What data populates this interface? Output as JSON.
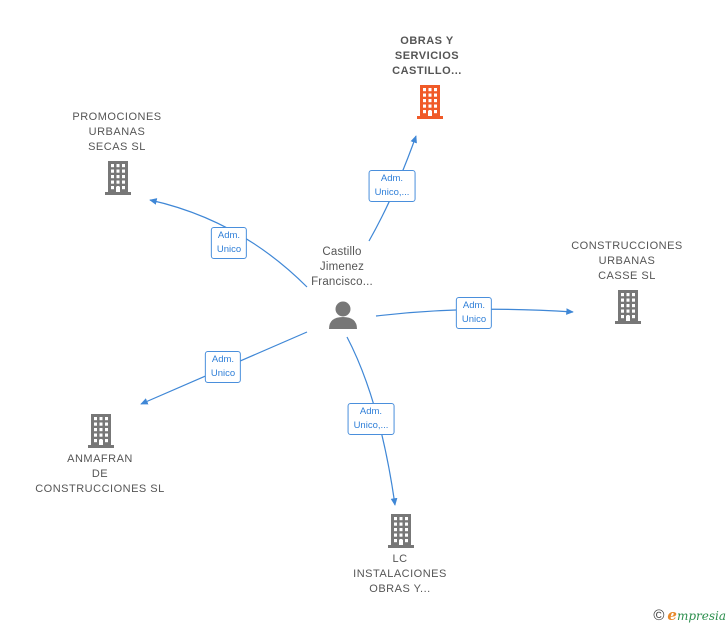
{
  "center": {
    "label_lines": [
      "Castillo",
      "Jimenez",
      "Francisco..."
    ],
    "icon": "person-icon"
  },
  "companies": [
    {
      "id": "obras",
      "label_lines": [
        "OBRAS Y",
        "SERVICIOS",
        "CASTILLO..."
      ],
      "icon": "building-icon",
      "highlight": true
    },
    {
      "id": "promociones",
      "label_lines": [
        "PROMOCIONES",
        "URBANAS",
        "SECAS SL"
      ],
      "icon": "building-icon"
    },
    {
      "id": "construcciones",
      "label_lines": [
        "CONSTRUCCIONES",
        "URBANAS",
        "CASSE SL"
      ],
      "icon": "building-icon"
    },
    {
      "id": "anmafran",
      "label_lines": [
        "ANMAFRAN",
        "DE",
        "CONSTRUCCIONES SL"
      ],
      "icon": "building-icon"
    },
    {
      "id": "lc",
      "label_lines": [
        "LC",
        "INSTALACIONES",
        "OBRAS Y..."
      ],
      "icon": "building-icon"
    }
  ],
  "edges": [
    {
      "to": "obras",
      "label_lines": [
        "Adm.",
        "Unico,..."
      ]
    },
    {
      "to": "promociones",
      "label_lines": [
        "Adm.",
        "Unico"
      ]
    },
    {
      "to": "construcciones",
      "label_lines": [
        "Adm.",
        "Unico"
      ]
    },
    {
      "to": "anmafran",
      "label_lines": [
        "Adm.",
        "Unico"
      ]
    },
    {
      "to": "lc",
      "label_lines": [
        "Adm.",
        "Unico,..."
      ]
    }
  ],
  "colors": {
    "edge": "#3f87d6",
    "building": "#777777",
    "building_highlight": "#f05a28",
    "person": "#777777"
  },
  "brand": {
    "copyright": "©",
    "initial": "e",
    "rest": "mpresia"
  }
}
